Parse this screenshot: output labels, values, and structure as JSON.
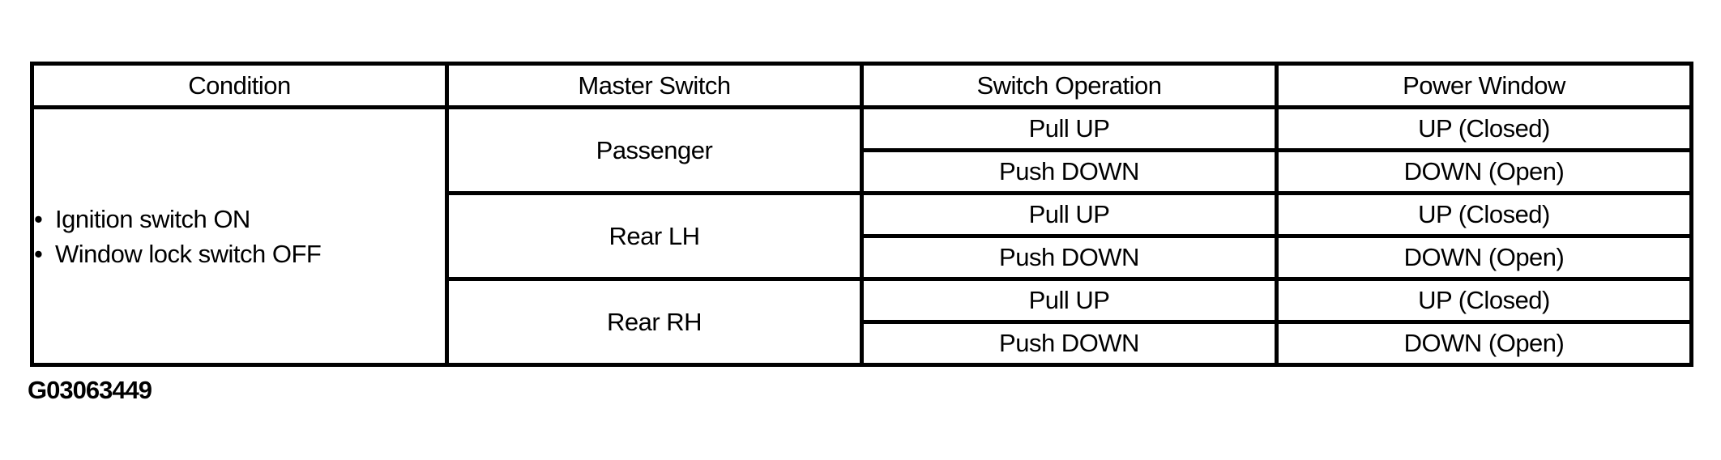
{
  "figure_id": "G03063449",
  "table": {
    "bullet_char": "•",
    "headers": [
      "Condition",
      "Master Switch",
      "Switch Operation",
      "Power Window"
    ],
    "condition_items": [
      "Ignition switch ON",
      "Window lock switch OFF"
    ],
    "groups": [
      {
        "master_switch": "Passenger",
        "rows": [
          {
            "operation": "Pull UP",
            "power_window": "UP (Closed)"
          },
          {
            "operation": "Push DOWN",
            "power_window": "DOWN (Open)"
          }
        ]
      },
      {
        "master_switch": "Rear LH",
        "rows": [
          {
            "operation": "Pull UP",
            "power_window": "UP (Closed)"
          },
          {
            "operation": "Push DOWN",
            "power_window": "DOWN (Open)"
          }
        ]
      },
      {
        "master_switch": "Rear RH",
        "rows": [
          {
            "operation": "Pull UP",
            "power_window": "UP (Closed)"
          },
          {
            "operation": "Push DOWN",
            "power_window": "DOWN (Open)"
          }
        ]
      }
    ]
  },
  "colors": {
    "border": "#000000",
    "background": "#ffffff",
    "text": "#000000"
  }
}
